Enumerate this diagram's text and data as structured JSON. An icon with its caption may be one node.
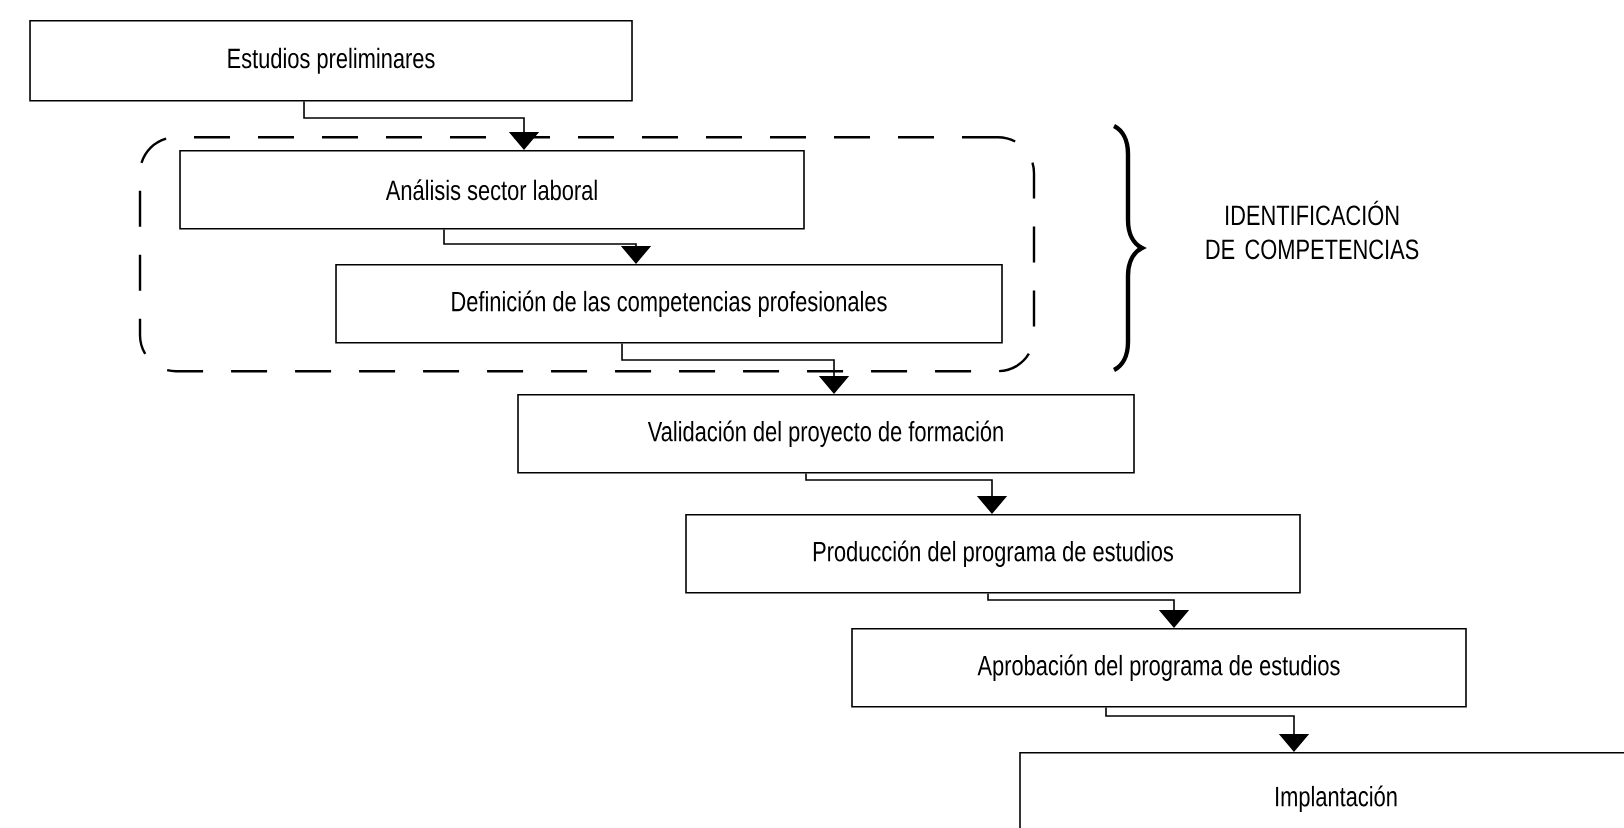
{
  "diagram": {
    "nodes": [
      {
        "text": [
          "Estudios preliminares"
        ]
      },
      {
        "text": [],
        "shape": "box"
      },
      {
        "text": [
          "Análisis sector laboral"
        ],
        "in": 1
      },
      {
        "text": [
          "Definición de las competencias profesionales"
        ],
        "in": 1
      },
      {
        "text": [
          "Validación del proyecto de formación"
        ]
      },
      {
        "text": [
          "Producción del programa de estudios"
        ]
      },
      {
        "text": [
          "Aprobación del programa de estudios"
        ]
      },
      {
        "text": [
          "Implantación"
        ]
      }
    ],
    "edges": [
      {
        "from": 0,
        "to": 2,
        "arrow": "to"
      },
      {
        "from": 2,
        "to": 3,
        "arrow": "to"
      },
      {
        "from": 3,
        "to": 4,
        "arrow": "to"
      },
      {
        "from": 4,
        "to": 5,
        "arrow": "to"
      },
      {
        "from": 5,
        "to": 6,
        "arrow": "to"
      },
      {
        "from": 6,
        "to": 7,
        "arrow": "to"
      }
    ],
    "labels": [
      "IDENTIFICACIÓN DE COMPETENCIAS"
    ]
  }
}
